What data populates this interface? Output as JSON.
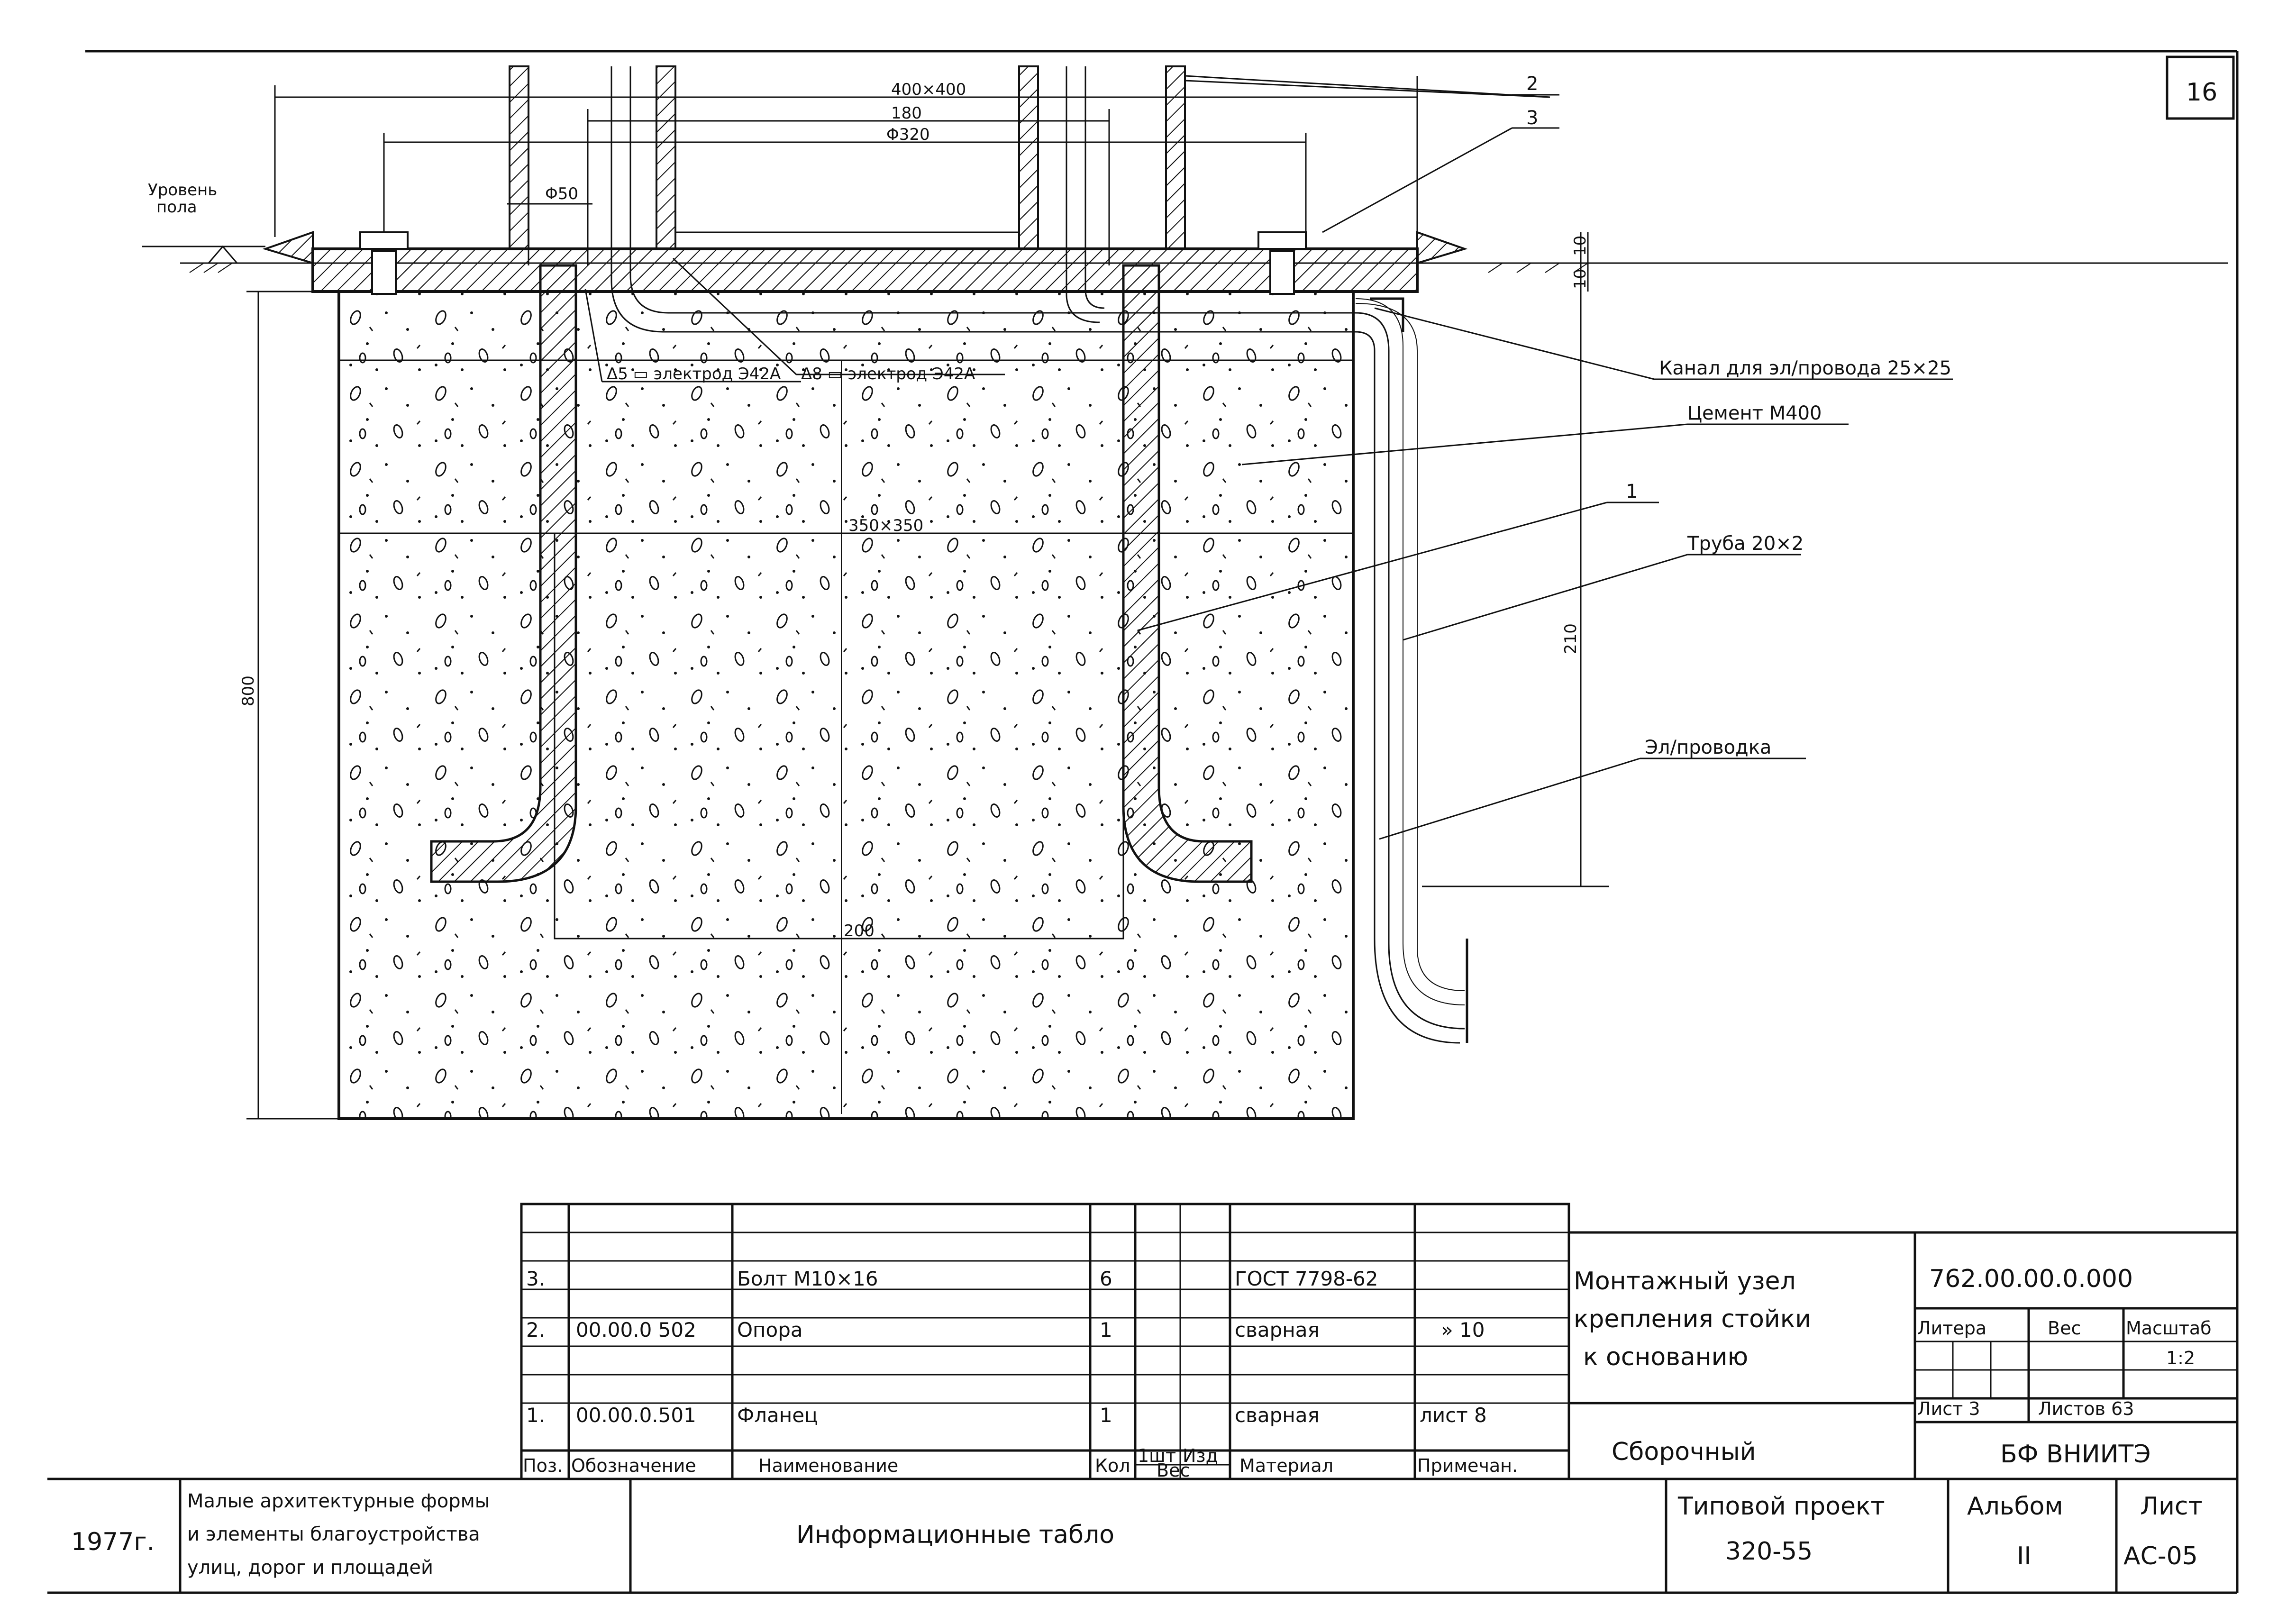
{
  "sheet_number": "16",
  "drawing": {
    "floor_level_label": [
      "Уровень",
      "пола"
    ],
    "dims": {
      "top_400": "400×400",
      "top_180": "180",
      "top_phi320": "Φ320",
      "phi50": "Φ50",
      "mid_350": "350×350",
      "bottom_200": "200",
      "left_800": "800",
      "right_210": "210",
      "small_10a": "10",
      "small_10b": "10"
    },
    "weld_notes": [
      "Δ5 ▭ электрод Э42А",
      "Δ8 ▭ электрод Э42А"
    ],
    "callouts": {
      "pos2": "2",
      "pos3": "3",
      "pos1": "1",
      "channel": "Канал для эл/провода 25×25",
      "cement": "Цемент М400",
      "pipe": "Труба 20×2",
      "wiring": "Эл/проводка"
    }
  },
  "spec_table": {
    "headers": [
      "Поз.",
      "Обозначение",
      "Наименование",
      "Кол",
      "1шт",
      "Изд",
      "Вес",
      "Материал",
      "Примечан."
    ],
    "rows": [
      {
        "pos": "3.",
        "designation": "",
        "name": "Болт М10×16",
        "qty": "6",
        "material": "ГОСТ 7798-62",
        "note": ""
      },
      {
        "pos": "2.",
        "designation": "00.00.0 502",
        "name": "Опора",
        "qty": "1",
        "material": "сварная",
        "note": "»     10"
      },
      {
        "pos": "1.",
        "designation": "00.00.0.501",
        "name": "Фланец",
        "qty": "1",
        "material": "сварная",
        "note": "лист 8"
      }
    ]
  },
  "title_block": {
    "title_lines": [
      "Монтажный узел",
      "крепления стойки",
      "к основанию"
    ],
    "code": "762.00.00.0.000",
    "litera_label": "Литера",
    "ves_label": "Вес",
    "masshtab_label": "Масштаб",
    "scale": "1:2",
    "sheet_label": "Лист 3",
    "sheets_label": "Листов 63",
    "doc_type": "Сборочный",
    "org": "БФ ВНИИТЭ",
    "year": "1977г.",
    "series_lines": [
      "Малые архитектурные формы",
      "и элементы благоустройства",
      "улиц, дорог и площадей"
    ],
    "subject": "Информационные табло",
    "project_label": "Типовой проект",
    "project_number": "320-55",
    "album_label": "Альбом",
    "album_number": "II",
    "sheet_word": "Лист",
    "sheet_code": "АС-05"
  }
}
